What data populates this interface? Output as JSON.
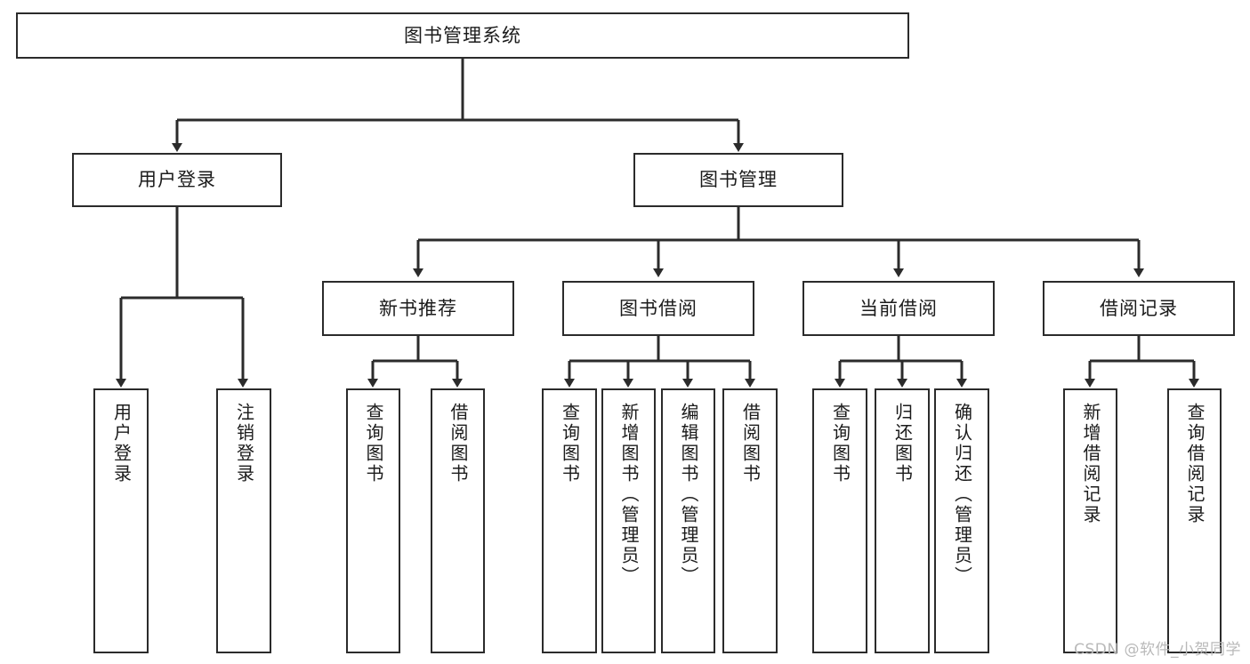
{
  "diagram": {
    "type": "tree",
    "title": "图书管理系统",
    "watermark": "CSDN @软件_小贺同学",
    "colors": {
      "background": "#ffffff",
      "border": "#2b2b2b",
      "text": "#1b1b1b",
      "edge": "#2b2b2b",
      "watermark": "#b9b9b9"
    },
    "nodes": {
      "root": "图书管理系统",
      "level2": {
        "user_login": "用户登录",
        "book_manage": "图书管理"
      },
      "level3": {
        "new_book_recommend": "新书推荐",
        "book_borrow": "图书借阅",
        "current_borrow": "当前借阅",
        "borrow_record": "借阅记录"
      },
      "leaves": {
        "user_login_1": "用户登录",
        "user_login_2": "注销登录",
        "new_book_1": "查询图书",
        "new_book_2": "借阅图书",
        "book_borrow_1": "查询图书",
        "book_borrow_2": "新增图书（管理员）",
        "book_borrow_3": "编辑图书（管理员）",
        "book_borrow_4": "借阅图书",
        "current_borrow_1": "查询图书",
        "current_borrow_2": "归还图书",
        "current_borrow_3": "确认归还（管理员）",
        "borrow_record_1": "新增借阅记录",
        "borrow_record_2": "查询借阅记录"
      }
    }
  }
}
